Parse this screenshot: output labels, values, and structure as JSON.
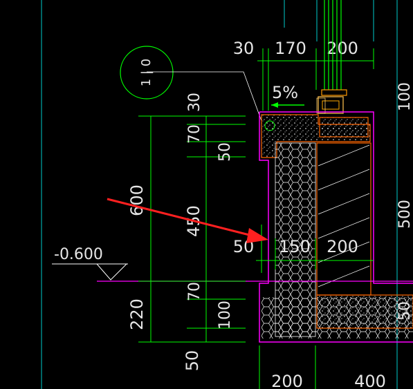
{
  "drawing": {
    "elevation_label": "-0.600",
    "slope_label": "5%",
    "detail_marker_text": "1 | 0"
  },
  "dimensions": {
    "top": [
      "30",
      "170",
      "200"
    ],
    "left_outer": [
      "30",
      "600",
      "220",
      "50"
    ],
    "left_inner": [
      "70",
      "50",
      "450",
      "70",
      "100"
    ],
    "mid": [
      "50",
      "150",
      "200"
    ],
    "bottom": [
      "200",
      "400"
    ],
    "right": [
      "100",
      "500",
      "50"
    ]
  },
  "colors": {
    "background": "#000000",
    "dimension_line": "#00ff00",
    "dimension_text": "#e6e6e6",
    "wall_outline": "#ff00ff",
    "concrete_outline": "#ff6600",
    "insulation": "#ffffff",
    "arrow": "#ff2020",
    "guide_lines": "#00cccc"
  }
}
